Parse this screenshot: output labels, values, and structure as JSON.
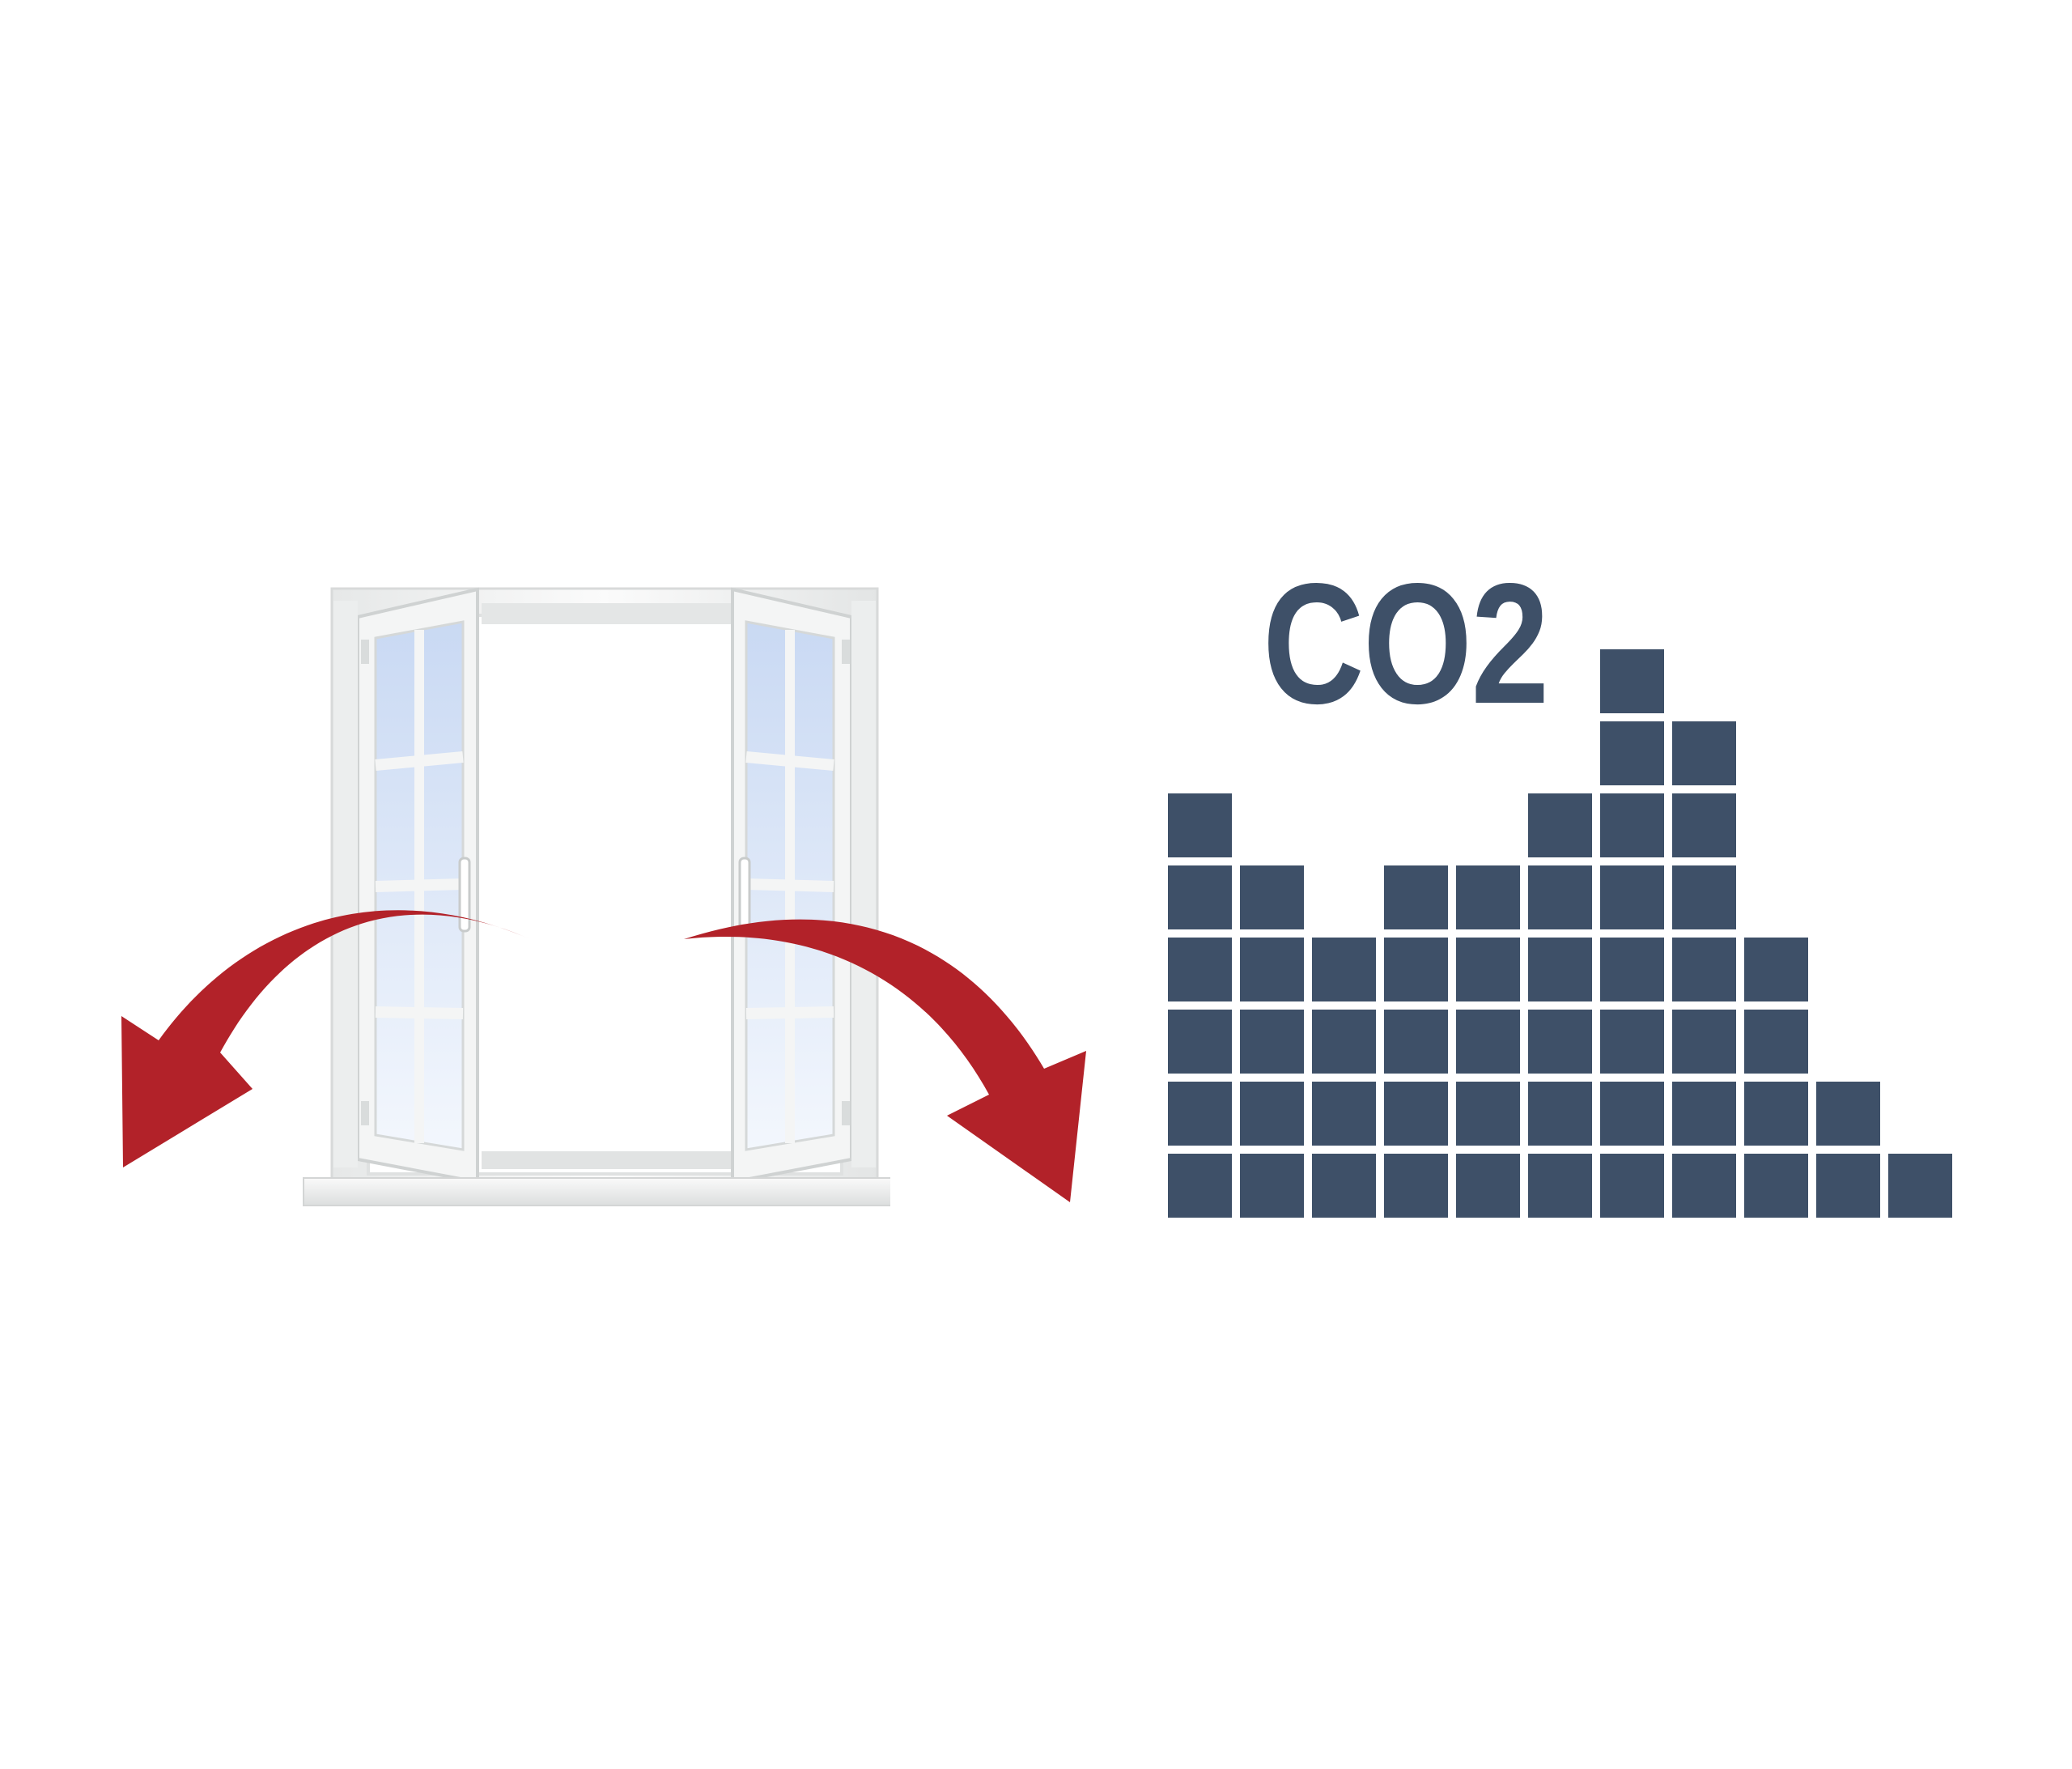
{
  "labels": {
    "co2": "CO2"
  },
  "colors": {
    "block": "#3e5068",
    "arrow": "#b22229",
    "background": "#ffffff",
    "glass": "#dfe9f8",
    "frame": "#f2f3f3"
  },
  "icons": {
    "window": "open-window-icon",
    "arrow_left": "curved-arrow-left-icon",
    "arrow_right": "curved-arrow-right-icon"
  },
  "co2_blocks": {
    "column_heights": [
      6,
      5,
      4,
      5,
      5,
      6,
      8,
      7,
      4,
      2,
      1
    ]
  }
}
